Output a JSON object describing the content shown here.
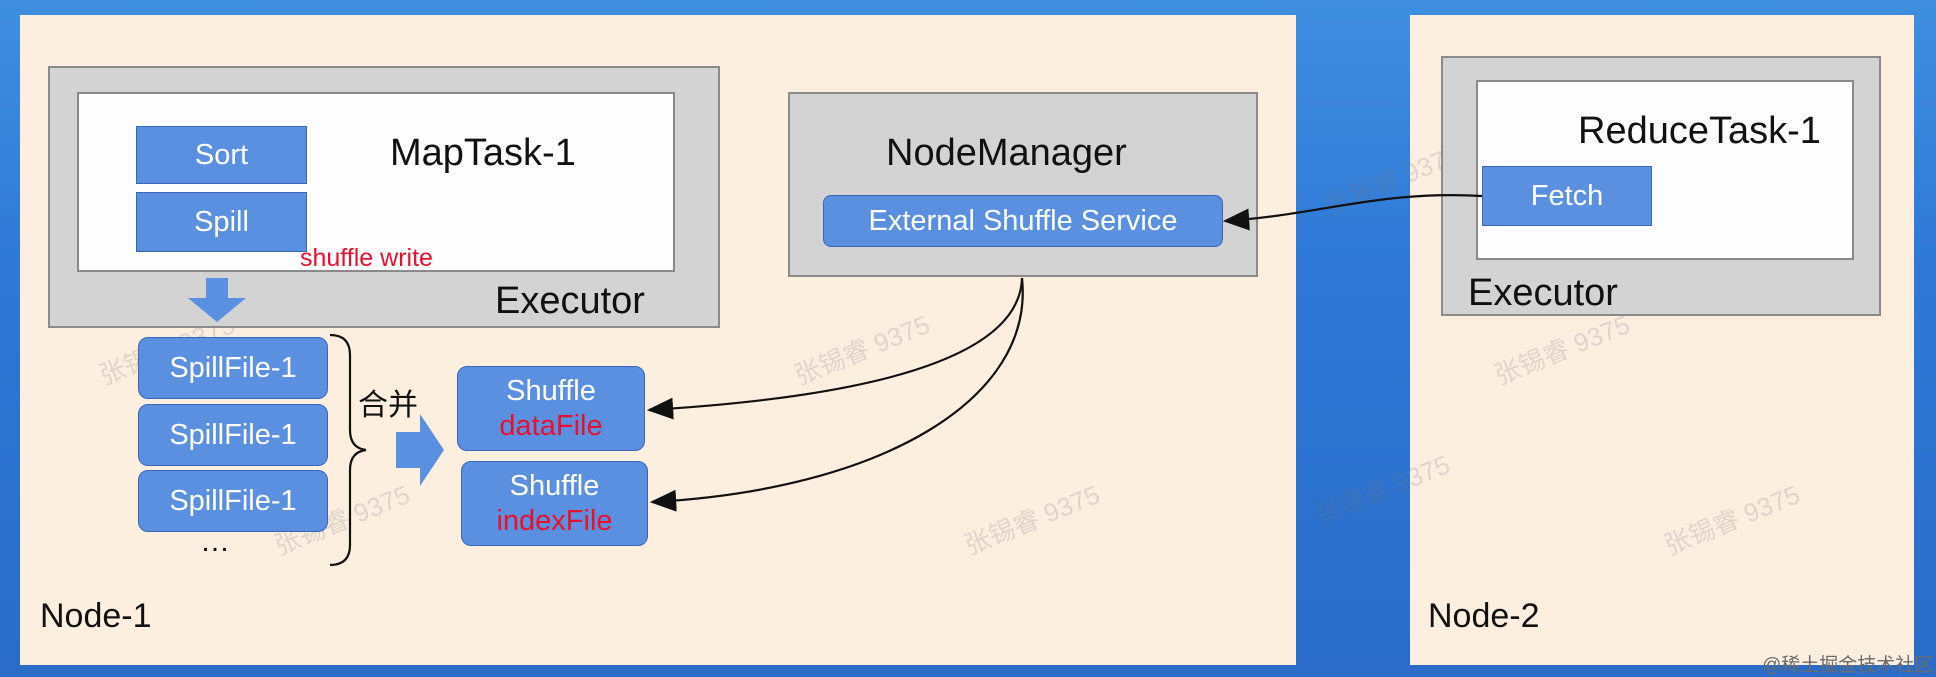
{
  "node1": {
    "label": "Node-1",
    "executor": {
      "label": "Executor",
      "maptask": {
        "label": "MapTask-1",
        "sort": "Sort",
        "spill": "Spill",
        "shuffle_write": "shuffle write"
      }
    },
    "spill_files": [
      "SpillFile-1",
      "SpillFile-1",
      "SpillFile-1"
    ],
    "ellipsis": "…",
    "merge_label": "合并",
    "shuffle_data": {
      "line1": "Shuffle",
      "line2": "dataFile"
    },
    "shuffle_index": {
      "line1": "Shuffle",
      "line2": "indexFile"
    },
    "nodemanager": {
      "label": "NodeManager",
      "service": "External Shuffle Service"
    }
  },
  "node2": {
    "label": "Node-2",
    "executor": {
      "label": "Executor",
      "reducetask": {
        "label": "ReduceTask-1",
        "fetch": "Fetch"
      }
    }
  },
  "watermark": "张锡睿 9375",
  "footer_credit": "@稀土掘金技术社区",
  "colors": {
    "node_bg": "#fdefe0",
    "box_blue": "#5b8fe0",
    "accent_red": "#e8112d",
    "background_blue": "#2f78d6"
  }
}
